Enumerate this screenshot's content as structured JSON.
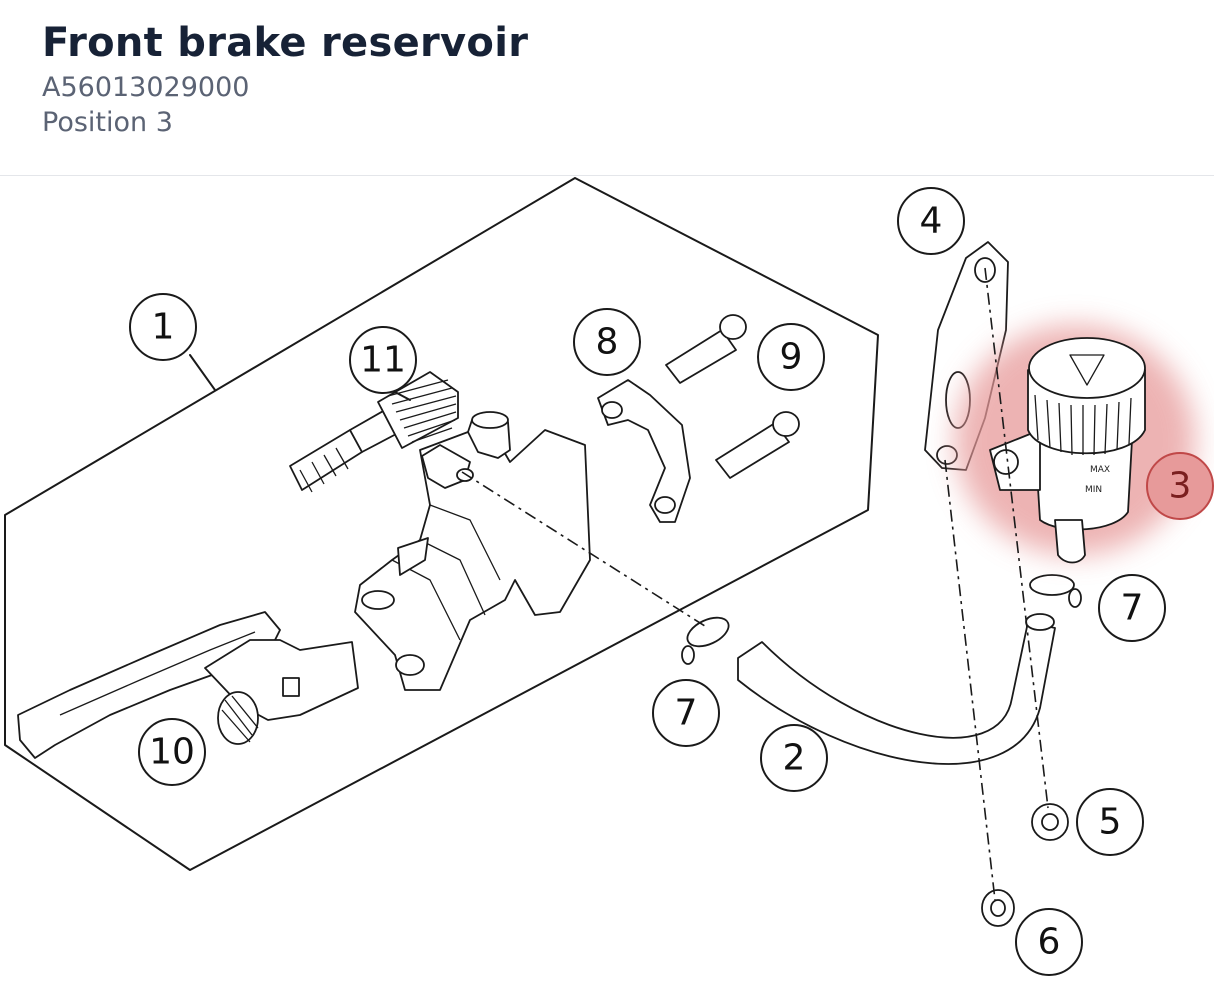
{
  "header": {
    "title": "Front brake reservoir",
    "part_number": "A56013029000",
    "position": "Position 3"
  },
  "diagram": {
    "highlight_color": "#e79a9a",
    "highlighted_callout": "3",
    "reservoir_marks": {
      "max": "MAX",
      "min": "MIN"
    },
    "callouts": {
      "c1": "1",
      "c2": "2",
      "c3": "3",
      "c4": "4",
      "c5": "5",
      "c6": "6",
      "c7a": "7",
      "c7b": "7",
      "c8": "8",
      "c9": "9",
      "c10": "10",
      "c11": "11"
    }
  }
}
